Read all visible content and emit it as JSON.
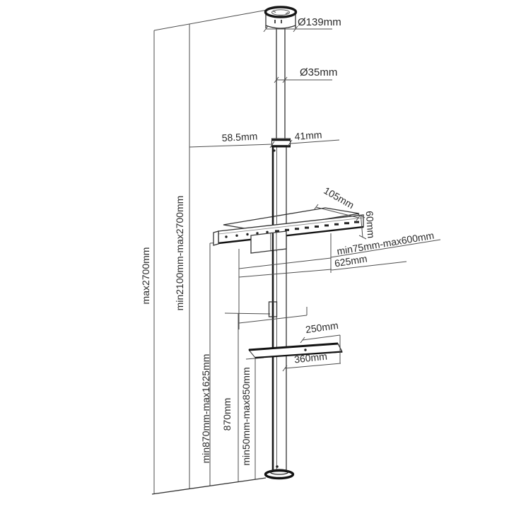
{
  "diagram": {
    "kind": "technical dimension drawing",
    "labels": {
      "ceiling_plate_diameter": "Ø139mm",
      "pole_diameter": "Ø35mm",
      "collar_length": "58.5mm",
      "tube_diameter": "41mm",
      "bracket_depth": "105mm",
      "bracket_thickness": "60mm",
      "tv_mount_range": "min75mm-max600mm",
      "bracket_width": "625mm",
      "shelf_depth": "250mm",
      "shelf_width": "360mm",
      "max_total_height": "max2700mm",
      "pole_height_range": "min2100mm-max2700mm",
      "tv_height_range": "min870mm-max1625mm",
      "lower_pole_height": "870mm",
      "shelf_height_range": "min50mm-max850mm"
    }
  }
}
